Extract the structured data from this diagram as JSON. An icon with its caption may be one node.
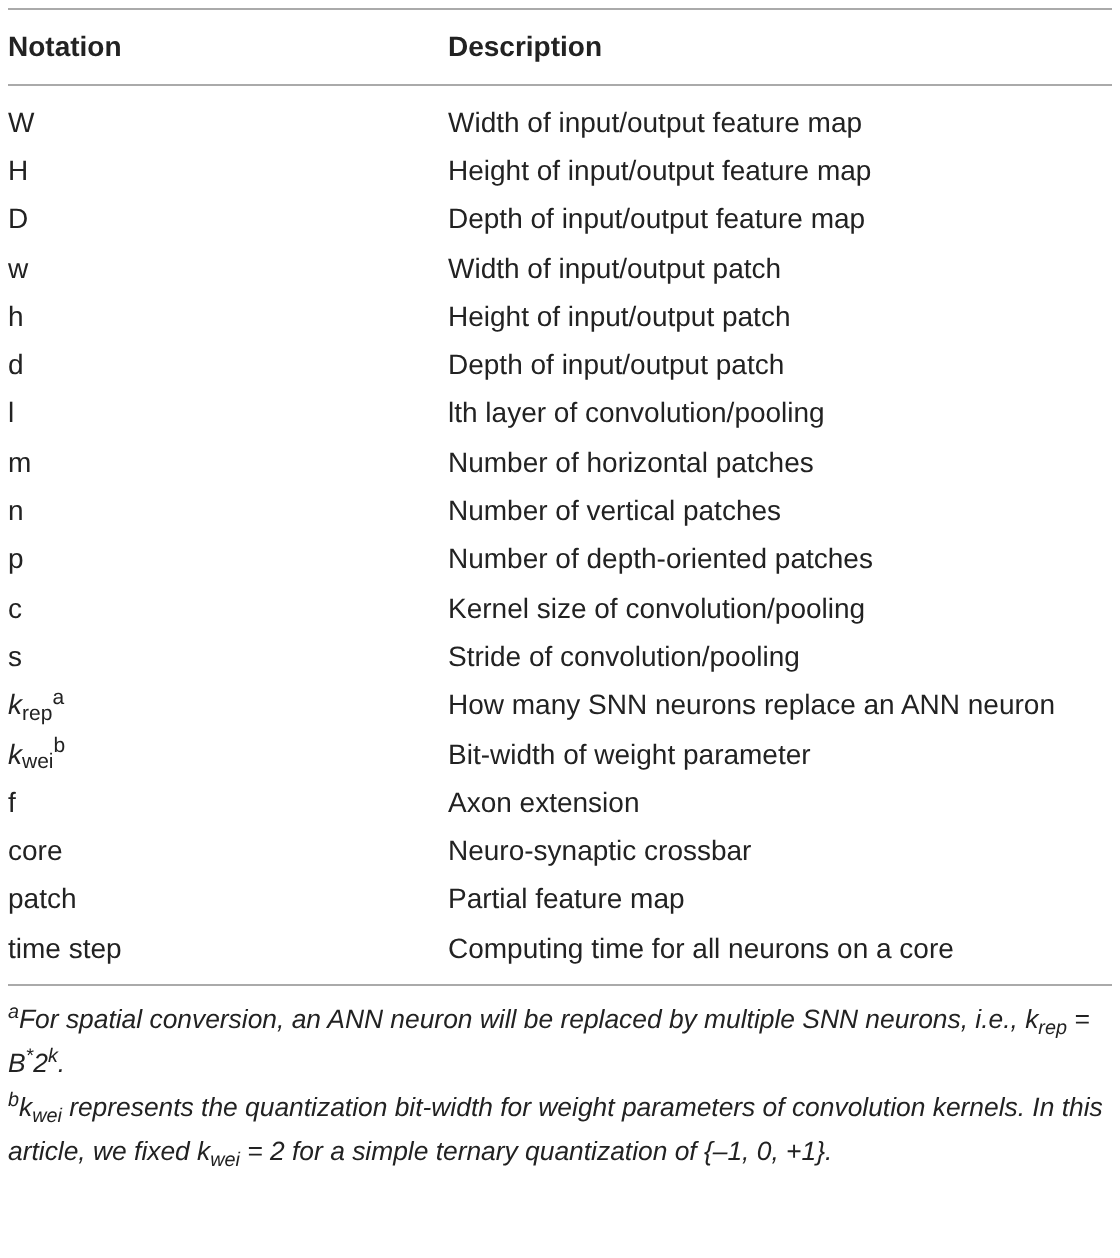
{
  "diagram": {
    "labels": [
      "Notation",
      "Description",
      "W",
      "Width of input/output feature map",
      "H",
      "Height of input/output feature map",
      "D",
      "Depth of input/output feature map",
      "w",
      "Width of input/output patch",
      "h",
      "Height of input/output patch",
      "d",
      "Depth of input/output patch",
      "l",
      "lth layer of convolution/pooling",
      "m",
      "Number of horizontal patches",
      "n",
      "Number of vertical patches",
      "p",
      "Number of depth-oriented patches",
      "c",
      "Kernel size of convolution/pooling",
      "s",
      "Stride of convolution/pooling",
      "*k*$_{rep}$$^{a}$",
      "How many SNN neurons replace an ANN neuron",
      "*k*$_{wei}$$^{b}$",
      "Bit-width of weight parameter",
      "f",
      "Axon extension",
      "core",
      "Neuro-synaptic crossbar",
      "patch",
      "Partial feature map",
      "time step",
      "Computing time for all neurons on a core",
      "$^{a}$For spatial conversion, an ANN neuron will be replaced by multiple SNN neurons, i.e., k$_{rep}$ = B$^{*}$2$^{k}$.",
      "$^{b}$k$_{wei}$ represents the quantization bit-width for weight parameters of convolution kernels. In this article, we fixed k$_{wei}$ = 2 for a simple ternary quantization of {–1, 0, +1}."
    ]
  }
}
